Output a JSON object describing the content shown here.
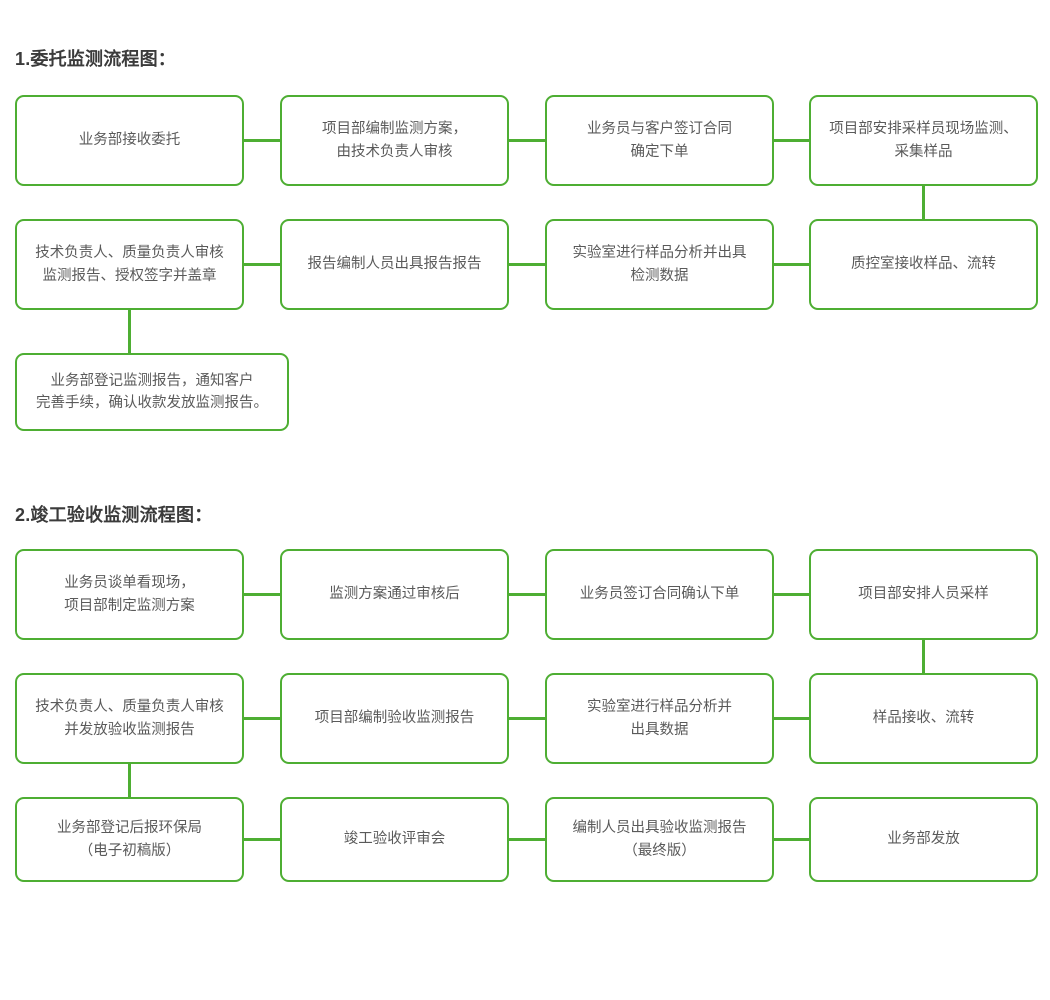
{
  "page": {
    "background_color": "#ffffff",
    "accent_color": "#4eae33",
    "text_color": "#5a5a5a",
    "title_color": "#3b3b3b"
  },
  "sections": [
    {
      "id": "section-1",
      "title": "1.委托监测流程图：",
      "boxes": [
        {
          "id": "s1-b1",
          "label": "业务部接收委托"
        },
        {
          "id": "s1-b2",
          "label": "项目部编制监测方案，\n由技术负责人审核"
        },
        {
          "id": "s1-b3",
          "label": "业务员与客户签订合同\n确定下单"
        },
        {
          "id": "s1-b4",
          "label": "项目部安排采样员现场监测、\n采集样品"
        },
        {
          "id": "s1-b5",
          "label": "技术负责人、质量负责人审核\n监测报告、授权签字并盖章"
        },
        {
          "id": "s1-b6",
          "label": "报告编制人员出具报告报告"
        },
        {
          "id": "s1-b7",
          "label": "实验室进行样品分析并出具\n检测数据"
        },
        {
          "id": "s1-b8",
          "label": "质控室接收样品、流转"
        },
        {
          "id": "s1-b9",
          "label": "业务部登记监测报告，通知客户\n完善手续，确认收款发放监测报告。"
        }
      ]
    },
    {
      "id": "section-2",
      "title": "2.竣工验收监测流程图：",
      "boxes": [
        {
          "id": "s2-b1",
          "label": "业务员谈单看现场，\n项目部制定监测方案"
        },
        {
          "id": "s2-b2",
          "label": "监测方案通过审核后"
        },
        {
          "id": "s2-b3",
          "label": "业务员签订合同确认下单"
        },
        {
          "id": "s2-b4",
          "label": "项目部安排人员采样"
        },
        {
          "id": "s2-b5",
          "label": "技术负责人、质量负责人审核\n并发放验收监测报告"
        },
        {
          "id": "s2-b6",
          "label": "项目部编制验收监测报告"
        },
        {
          "id": "s2-b7",
          "label": "实验室进行样品分析并\n出具数据"
        },
        {
          "id": "s2-b8",
          "label": "样品接收、流转"
        },
        {
          "id": "s2-b9",
          "label": "业务部登记后报环保局\n（电子初稿版）"
        },
        {
          "id": "s2-b10",
          "label": "竣工验收评审会"
        },
        {
          "id": "s2-b11",
          "label": "编制人员出具验收监测报告\n（最终版）"
        },
        {
          "id": "s2-b12",
          "label": "业务部发放"
        }
      ]
    }
  ]
}
